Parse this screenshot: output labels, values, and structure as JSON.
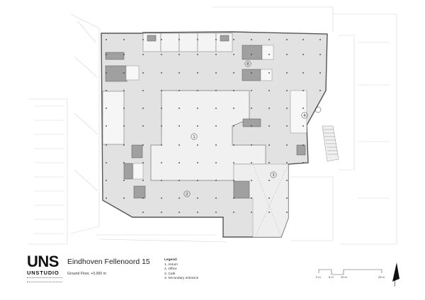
{
  "project": {
    "title": "Eindhoven Fellenoord 15",
    "subtitle": "Ground Floor, +0.000 m"
  },
  "logo": {
    "mark": "UNS",
    "name": "UNSTUDIO"
  },
  "legend": {
    "title": "Legend:",
    "items": [
      "1. Atrium",
      "2. Office",
      "3. Café",
      "3. Secondary entrance"
    ]
  },
  "plan_labels": [
    "1",
    "2",
    "3",
    "4",
    "8"
  ],
  "scale_bar": {
    "labels": [
      "0 m",
      "5 m",
      "10 m",
      "25 m"
    ]
  },
  "north_arrow": "north-arrow-icon",
  "colors": {
    "floor_fill": "#e2e2e2",
    "atrium_fill": "#f0f0f0",
    "wall": "#555555",
    "context_lines": "#d0d0d0",
    "core_fill": "#9a9a9a"
  }
}
